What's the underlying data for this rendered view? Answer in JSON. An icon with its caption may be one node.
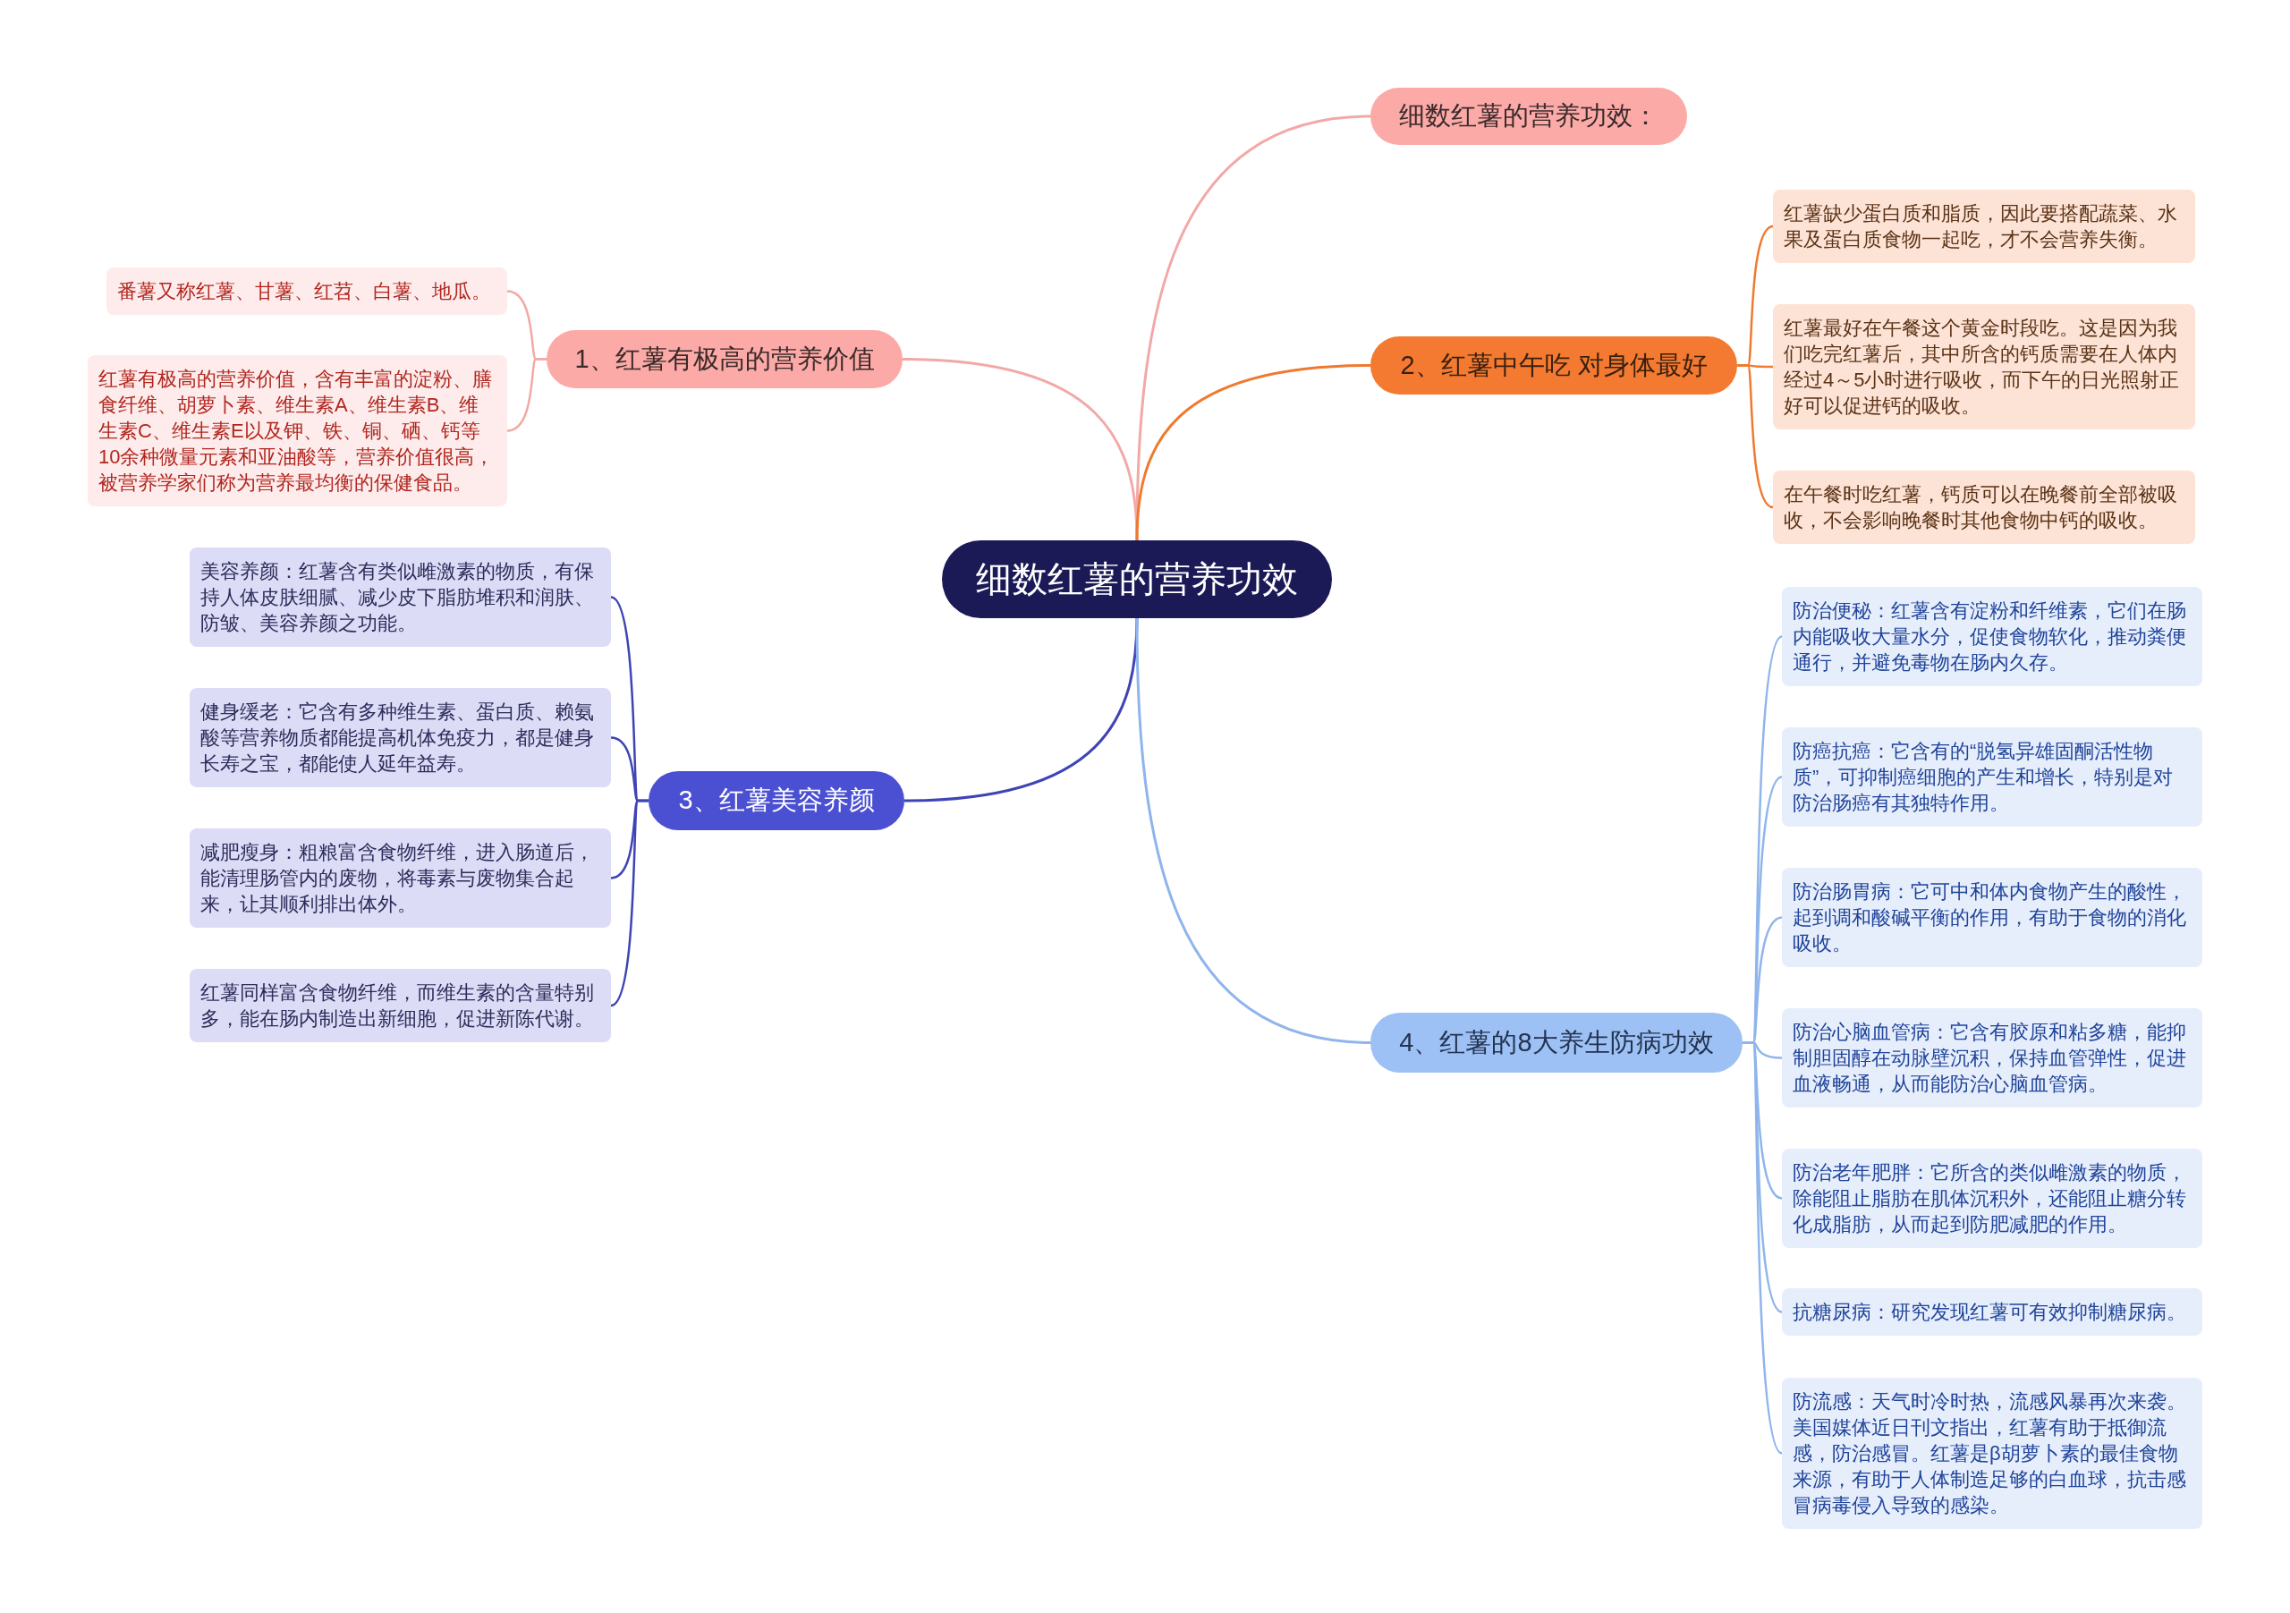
{
  "diagram": {
    "nodes": [
      {
        "text": [
          "细数红薯的营养功效"
        ]
      },
      {
        "text": [
          "细数红薯的营养功效："
        ]
      },
      {
        "text": [
          "1、红薯有极高的营养价值"
        ]
      },
      {
        "text": [
          "番薯又称红薯、甘薯、红苕、白薯、地瓜。"
        ]
      },
      {
        "text": [
          "红薯有极高的营养价值，含有丰富的淀粉、膳食纤维、胡萝卜素、维生素A、维生素B、维生素C、维生素E以及钾、铁、铜、硒、钙等10余种微量元素和亚油酸等，营养价值很高，被营养学家们称为营养最均衡的保健食品。"
        ]
      },
      {
        "text": [
          "2、红薯中午吃 对身体最好"
        ]
      },
      {
        "text": [
          "红薯缺少蛋白质和脂质，因此要搭配蔬菜、水果及蛋白质食物一起吃，才不会营养失衡。"
        ]
      },
      {
        "text": [
          "红薯最好在午餐这个黄金时段吃。这是因为我们吃完红薯后，其中所含的钙质需要在人体内经过4～5小时进行吸收，而下午的日光照射正好可以促进钙的吸收。"
        ]
      },
      {
        "text": [
          "在午餐时吃红薯，钙质可以在晚餐前全部被吸收，不会影响晚餐时其他食物中钙的吸收。"
        ]
      },
      {
        "text": [
          "3、红薯美容养颜"
        ]
      },
      {
        "text": [
          "美容养颜：红薯含有类似雌激素的物质，有保持人体皮肤细腻、减少皮下脂肪堆积和润肤、防皱、美容养颜之功能。"
        ]
      },
      {
        "text": [
          "健身缓老：它含有多种维生素、蛋白质、赖氨酸等营养物质都能提高机体免疫力，都是健身长寿之宝，都能使人延年益寿。"
        ]
      },
      {
        "text": [
          "减肥瘦身：粗粮富含食物纤维，进入肠道后，能清理肠管内的废物，将毒素与废物集合起来，让其顺利排出体外。"
        ]
      },
      {
        "text": [
          "红薯同样富含食物纤维，而维生素的含量特别多，能在肠内制造出新细胞，促进新陈代谢。"
        ]
      },
      {
        "text": [
          "4、红薯的8大养生防病功效"
        ]
      },
      {
        "text": [
          "防治便秘：红薯含有淀粉和纤维素，它们在肠内能吸收大量水分，促使食物软化，推动粪便通行，并避免毒物在肠内久存。"
        ]
      },
      {
        "text": [
          "防癌抗癌：它含有的“脱氢异雄固酮活性物质”，可抑制癌细胞的产生和增长，特别是对防治肠癌有其独特作用。"
        ]
      },
      {
        "text": [
          "防治肠胃病：它可中和体内食物产生的酸性，起到调和酸碱平衡的作用，有助于食物的消化吸收。"
        ]
      },
      {
        "text": [
          "防治心脑血管病：它含有胶原和粘多糖，能抑制胆固醇在动脉壁沉积，保持血管弹性，促进血液畅通，从而能防治心脑血管病。"
        ]
      },
      {
        "text": [
          "防治老年肥胖：它所含的类似雌激素的物质，除能阻止脂肪在肌体沉积外，还能阻止糖分转化成脂肪，从而起到防肥减肥的作用。"
        ]
      },
      {
        "text": [
          "抗糖尿病：研究发现红薯可有效抑制糖尿病。"
        ]
      },
      {
        "text": [
          "防流感：天气时冷时热，流感风暴再次来袭。美国媒体近日刊文指出，红薯有助于抵御流感，防治感冒。红薯是β胡萝卜素的最佳食物来源，有助于人体制造足够的白血球，抗击感冒病毒侵入导致的感染。"
        ]
      }
    ],
    "edges": [
      {
        "from": 0,
        "to": 1,
        "arrow": "none",
        "color": "#f2a9a6"
      },
      {
        "from": 0,
        "to": 2,
        "arrow": "none",
        "color": "#f2a9a6"
      },
      {
        "from": 2,
        "to": 3,
        "arrow": "none",
        "color": "#f2a9a6"
      },
      {
        "from": 2,
        "to": 4,
        "arrow": "none",
        "color": "#f2a9a6"
      },
      {
        "from": 0,
        "to": 5,
        "arrow": "none",
        "color": "#ef7a2f"
      },
      {
        "from": 5,
        "to": 6,
        "arrow": "none",
        "color": "#ef7a2f"
      },
      {
        "from": 5,
        "to": 7,
        "arrow": "none",
        "color": "#ef7a2f"
      },
      {
        "from": 5,
        "to": 8,
        "arrow": "none",
        "color": "#ef7a2f"
      },
      {
        "from": 0,
        "to": 9,
        "arrow": "none",
        "color": "#3f44b5"
      },
      {
        "from": 9,
        "to": 10,
        "arrow": "none",
        "color": "#3f44b5"
      },
      {
        "from": 9,
        "to": 11,
        "arrow": "none",
        "color": "#3f44b5"
      },
      {
        "from": 9,
        "to": 12,
        "arrow": "none",
        "color": "#3f44b5"
      },
      {
        "from": 9,
        "to": 13,
        "arrow": "none",
        "color": "#3f44b5"
      },
      {
        "from": 0,
        "to": 14,
        "arrow": "none"
      },
      {
        "from": 14,
        "to": 15,
        "arrow": "none"
      },
      {
        "from": 14,
        "to": 16,
        "arrow": "none"
      },
      {
        "from": 14,
        "to": 17,
        "arrow": "none"
      },
      {
        "from": 14,
        "to": 18,
        "arrow": "none"
      },
      {
        "from": 14,
        "to": 19,
        "arrow": "none"
      },
      {
        "from": 14,
        "to": 20,
        "arrow": "none"
      },
      {
        "from": 14,
        "to": 21,
        "arrow": "none"
      }
    ]
  }
}
